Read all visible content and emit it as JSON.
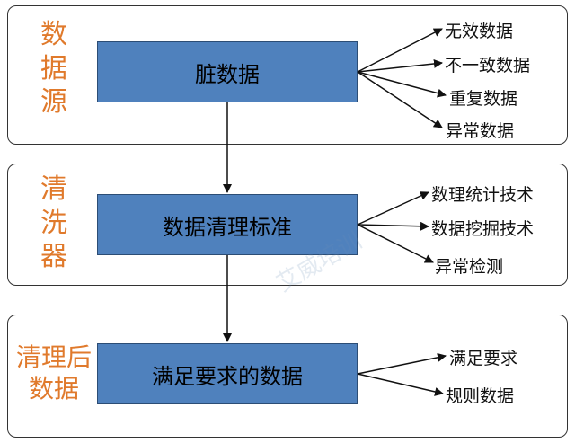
{
  "panels": {
    "source": {
      "label": "数\n据\n源",
      "box": "脏数据",
      "outputs": [
        "无效数据",
        "不一致数据",
        "重复数据",
        "异常数据"
      ]
    },
    "cleaner": {
      "label": "清\n洗\n器",
      "box": "数据清理标准",
      "outputs": [
        "数理统计技术",
        "数据挖掘技术",
        "异常检测"
      ]
    },
    "result": {
      "label": "清理后\n数据",
      "box": "满足要求的数据",
      "outputs": [
        "满足要求",
        "规则数据"
      ]
    }
  },
  "watermark": {
    "text": "艾威培训"
  },
  "colors": {
    "box_fill": "#4f81bd",
    "label_color": "#e07a2c",
    "border": "#333333"
  }
}
